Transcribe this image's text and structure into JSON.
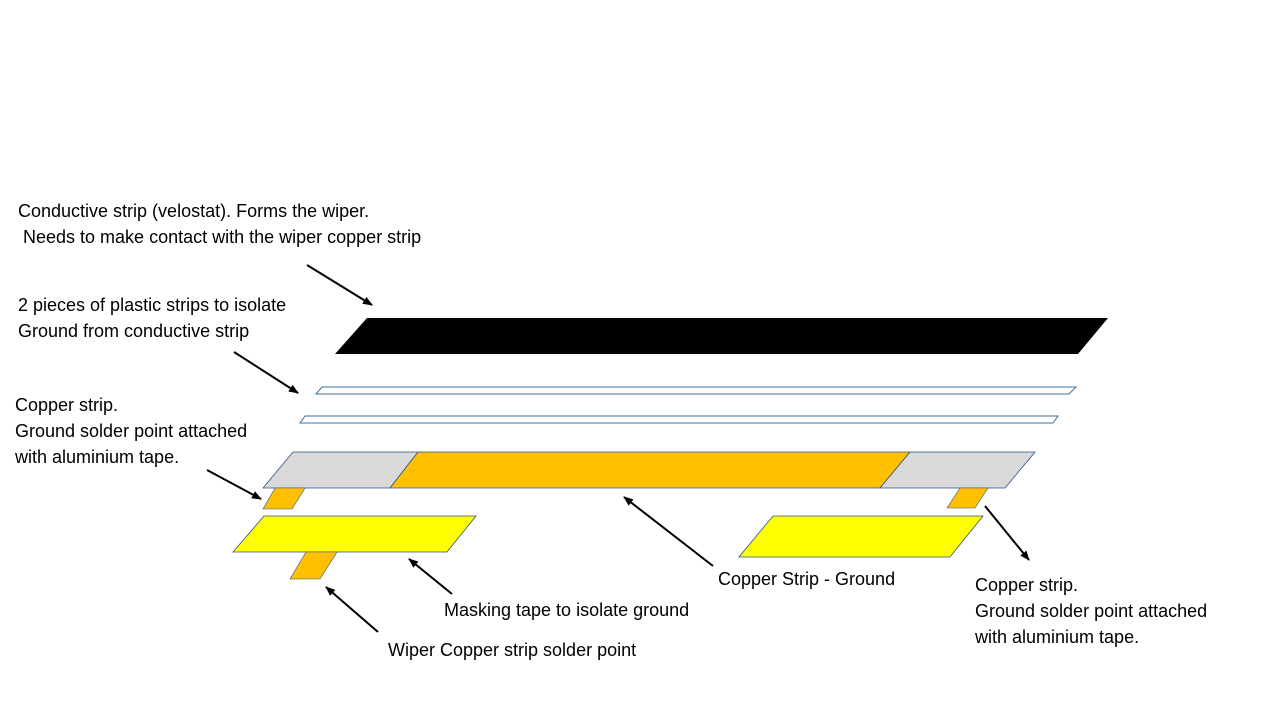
{
  "labels": {
    "velostat": {
      "line1": "Conductive strip (velostat).  Forms the wiper.",
      "line2": " Needs to make contact with the wiper copper strip"
    },
    "plastic": {
      "line1": "2 pieces of plastic strips to isolate",
      "line2": "Ground from conductive strip"
    },
    "copper_left": {
      "line1": "Copper strip.",
      "line2": "Ground solder point attached",
      "line3": "with aluminium tape."
    },
    "copper_ground": "Copper Strip - Ground",
    "copper_right": {
      "line1": "Copper strip.",
      "line2": "Ground solder point attached",
      "line3": "with aluminium tape."
    },
    "masking": "Masking tape to isolate ground",
    "wiper_solder": "Wiper Copper strip solder point"
  },
  "colors": {
    "velostat": "#000000",
    "plastic_fill": "#ffffff",
    "plastic_stroke": "#41719c",
    "aluminium": "#d9d9d9",
    "copper": "#ffc000",
    "masking_tape": "#ffff00",
    "outline": "#2f528f",
    "arrow": "#000000"
  }
}
